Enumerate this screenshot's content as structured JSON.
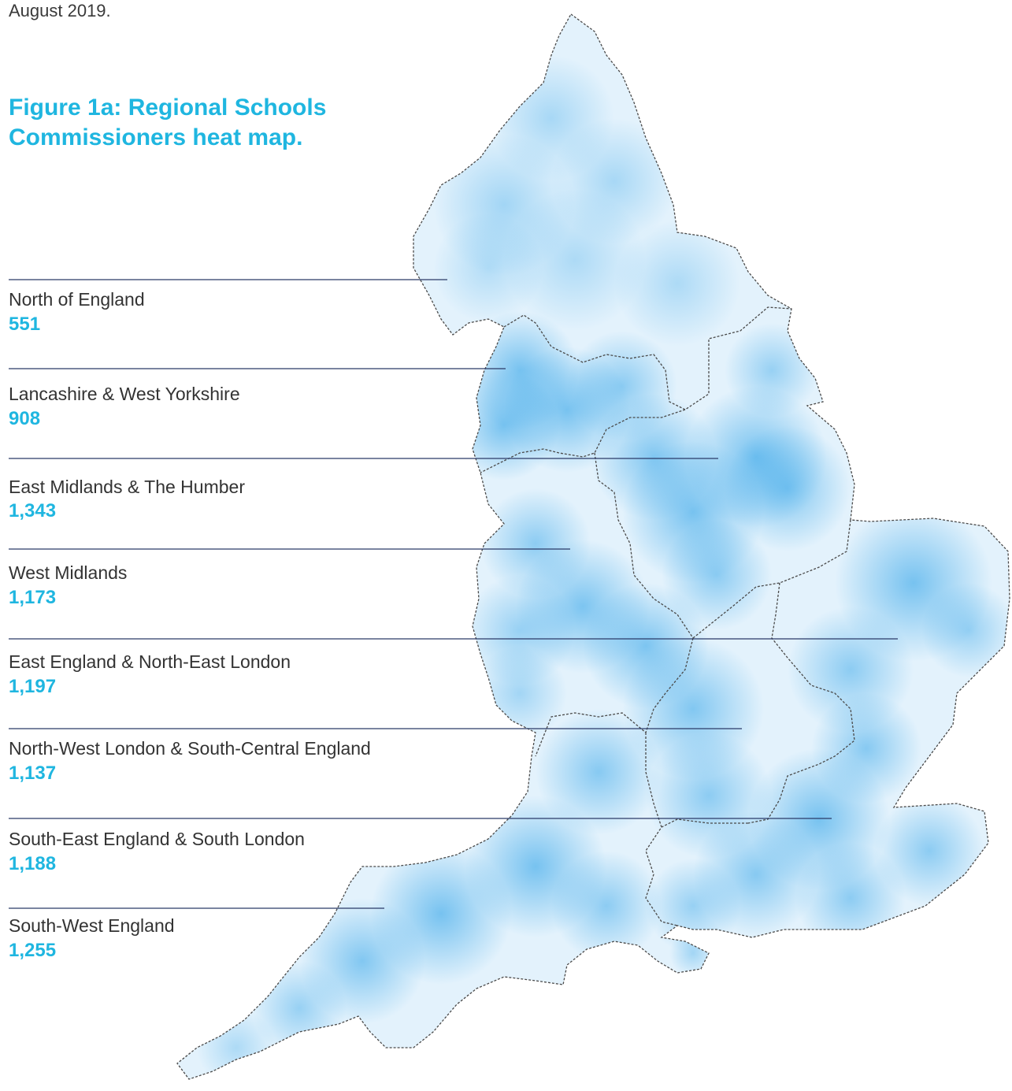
{
  "intro_text": "August 2019.",
  "figure_title": "Figure 1a: Regional Schools Commissioners heat map.",
  "colors": {
    "accent": "#1fb6e0",
    "heat": "#1e9be6",
    "leader_line": "#2b3a67",
    "outline": "#4a4a4a"
  },
  "regions": [
    {
      "name": "North of England",
      "value": "551"
    },
    {
      "name": "Lancashire & West Yorkshire",
      "value": "908"
    },
    {
      "name": "East Midlands & The Humber",
      "value": "1,343"
    },
    {
      "name": "West Midlands",
      "value": "1,173"
    },
    {
      "name": "East England & North-East London",
      "value": "1,197"
    },
    {
      "name": "North-West London & South-Central England",
      "value": "1,137"
    },
    {
      "name": "South-East England & South London",
      "value": "1,188"
    },
    {
      "name": "South-West England",
      "value": "1,255"
    }
  ]
}
